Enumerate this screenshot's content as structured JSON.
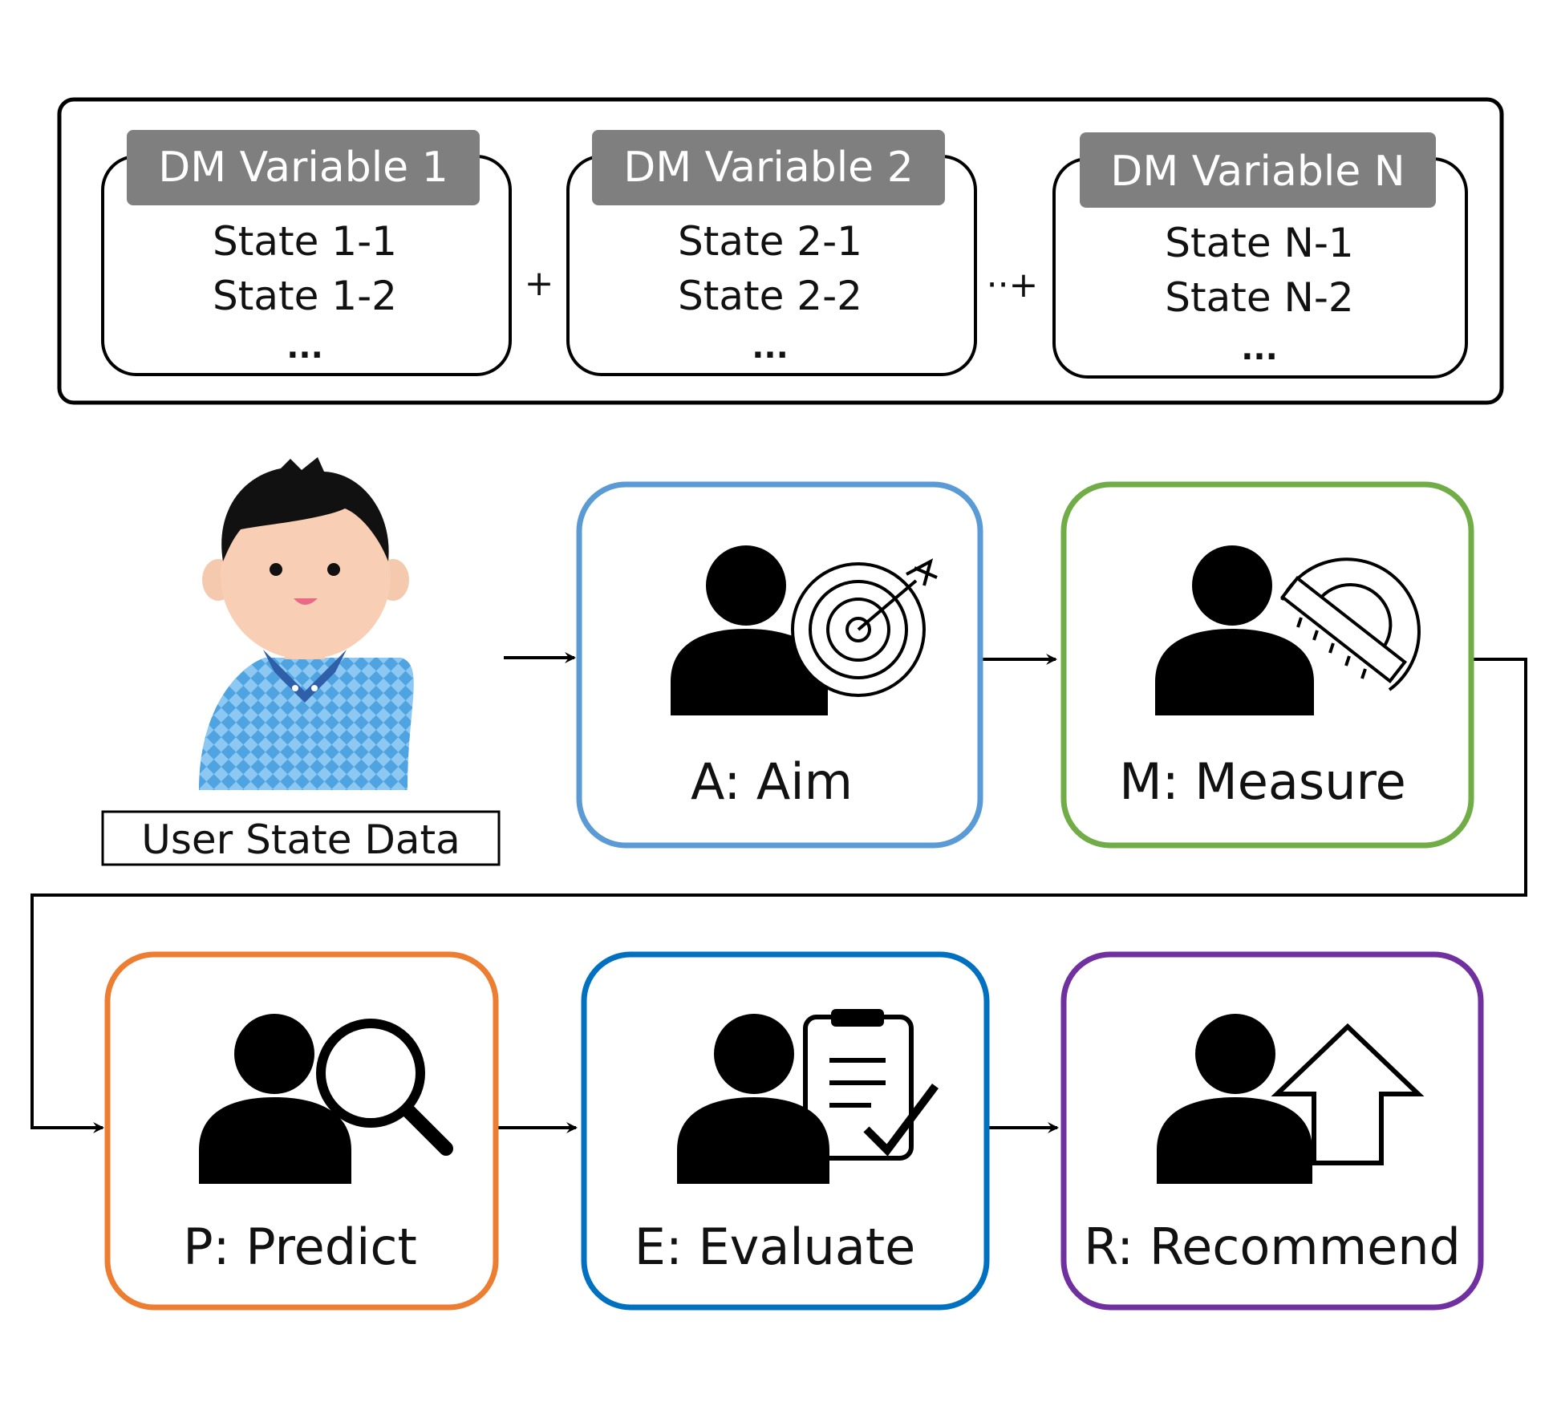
{
  "variables": {
    "items": [
      {
        "title": "DM Variable 1",
        "state_a": "State 1-1",
        "state_b": "State 1-2",
        "more": "..."
      },
      {
        "title": "DM Variable 2",
        "state_a": "State 2-1",
        "state_b": "State 2-2",
        "more": "..."
      },
      {
        "title": "DM Variable N",
        "state_a": "State N-1",
        "state_b": "State N-2",
        "more": "..."
      }
    ],
    "operators": [
      "+",
      "··+"
    ]
  },
  "user": {
    "label": "User State Data"
  },
  "steps": [
    {
      "label": "A: Aim",
      "color": "#5B9BD5",
      "icon": "target-icon"
    },
    {
      "label": "M: Measure",
      "color": "#70AD47",
      "icon": "protractor-icon"
    },
    {
      "label": "P: Predict",
      "color": "#ED7D31",
      "icon": "magnifier-icon"
    },
    {
      "label": "E: Evaluate",
      "color": "#0070C0",
      "icon": "clipboard-check-icon"
    },
    {
      "label": "R: Recommend",
      "color": "#7030A0",
      "icon": "up-arrow-icon"
    }
  ],
  "colors": {
    "variable_header": "#7F7F7F",
    "line": "#000000"
  }
}
